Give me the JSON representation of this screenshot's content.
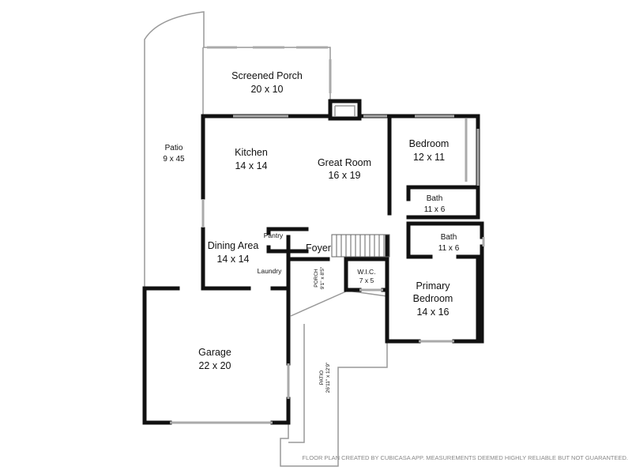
{
  "rooms": {
    "screened_porch": {
      "name": "Screened Porch",
      "size": "20 x 10"
    },
    "patio_side": {
      "name": "Patio",
      "size": "9 x 45"
    },
    "kitchen": {
      "name": "Kitchen",
      "size": "14 x 14"
    },
    "great_room": {
      "name": "Great Room",
      "size": "16 x 19"
    },
    "bedroom": {
      "name": "Bedroom",
      "size": "12 x 11"
    },
    "bath1": {
      "name": "Bath",
      "size": "11 x 6"
    },
    "bath2": {
      "name": "Bath",
      "size": "11 x 6"
    },
    "dining": {
      "name": "Dining Area",
      "size": "14 x 14"
    },
    "pantry": {
      "name": "Pantry"
    },
    "laundry": {
      "name": "Laundry"
    },
    "foyer": {
      "name": "Foyer"
    },
    "wic": {
      "name": "W.I.C.",
      "size": "7 x 5"
    },
    "porch": {
      "name": "PORCH",
      "size": "9'1\" x 8'5\""
    },
    "primary": {
      "name": "Primary",
      "name2": "Bedroom",
      "size": "14 x 16"
    },
    "garage": {
      "name": "Garage",
      "size": "22 x 20"
    },
    "patio_front": {
      "name": "PATIO",
      "size": "26'11\" x 12'9\""
    }
  },
  "footer": "FLOOR PLAN CREATED BY CUBICASA APP. MEASUREMENTS DEEMED HIGHLY RELIABLE BUT NOT GUARANTEED."
}
